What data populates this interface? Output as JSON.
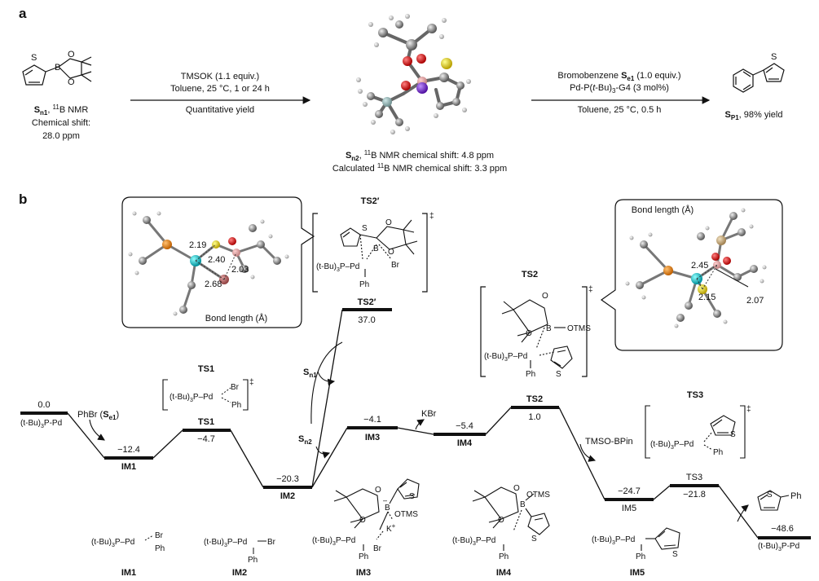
{
  "panel_a": {
    "label": "a",
    "sn1": {
      "name": "S",
      "sub": "n1",
      "nmr_prefix": ", ",
      "nmr_sup": "11",
      "nmr_suffix": "B NMR",
      "line2": "Chemical shift:",
      "line3": "28.0 ppm"
    },
    "arrow1": {
      "line1": "TMSOK (1.1 equiv.)",
      "line2": "Toluene, 25 °C, 1 or 24 h",
      "below": "Quantitative yield"
    },
    "sn2": {
      "name": "S",
      "sub": "n2",
      "line1_a": ", ",
      "line1_sup": "11",
      "line1_b": "B NMR chemical shift: 4.8 ppm",
      "line2_a": "Calculated ",
      "line2_sup": "11",
      "line2_b": "B NMR chemical shift: 3.3 ppm"
    },
    "arrow2": {
      "line1_a": "Bromobenzene ",
      "line1_s": "S",
      "line1_sub": "e1",
      "line1_b": " (1.0 equiv.)",
      "line2_a": "Pd-P(",
      "line2_i": "t",
      "line2_b": "-Bu)",
      "line2_sub": "3",
      "line2_c": "-G4 (3 mol%)",
      "below": "Toluene, 25 °C, 0.5 h"
    },
    "product": {
      "name": "S",
      "sub": "P1",
      "yield": ", 98% yield"
    }
  },
  "panel_b": {
    "label": "b",
    "bubble_left": {
      "caption": "Bond length (Å)",
      "d1": "2.19",
      "d2": "2.40",
      "d3": "2.03",
      "d4": "2.68"
    },
    "bubble_right": {
      "title": "Bond length (Å)",
      "d1": "2.45",
      "d2": "2.15",
      "d3": "2.07"
    },
    "levels": {
      "start": {
        "value": "0.0",
        "label": "(t-Bu)3P-Pd"
      },
      "im1": {
        "value": "−12.4",
        "label": "IM1"
      },
      "ts1": {
        "value": "−4.7",
        "label": "TS1"
      },
      "im2": {
        "value": "−20.3",
        "label": "IM2"
      },
      "ts2p": {
        "value": "37.0",
        "label": "TS2′"
      },
      "im3": {
        "value": "−4.1",
        "label": "IM3"
      },
      "im4": {
        "value": "−5.4",
        "label": "IM4"
      },
      "ts2": {
        "value": "1.0",
        "label": "TS2"
      },
      "im5": {
        "value": "−24.7",
        "label": "IM5"
      },
      "ts3": {
        "value": "−21.8",
        "label": "TS3"
      },
      "end": {
        "value": "−48.6",
        "label": "(t-Bu)3P-Pd"
      }
    },
    "annotations": {
      "phbr": "PhBr (",
      "phbr_s": "S",
      "phbr_sub": "e1",
      "phbr_end": ")",
      "sn1": "S",
      "sn1_sub": "n1",
      "sn2": "S",
      "sn2_sub": "n2",
      "kbr": "KBr",
      "tmso": "TMSO-BPin"
    },
    "ts_titles": {
      "ts1": "TS1",
      "ts2p": "TS2′",
      "ts2": "TS2",
      "ts3": "TS3"
    },
    "bottom_labels": [
      "IM1",
      "IM2",
      "IM3",
      "IM4",
      "IM5"
    ],
    "struct": {
      "tbu3p": "(t-Bu)",
      "sub3": "3",
      "p_pd": "P–Pd",
      "br": "Br",
      "ph": "Ph",
      "s": "S",
      "b": "B",
      "o": "O",
      "otms": "OTMS",
      "k": "K",
      "plus": "+",
      "minus": "–",
      "dagger": "‡",
      "ph_right": "Ph"
    }
  }
}
